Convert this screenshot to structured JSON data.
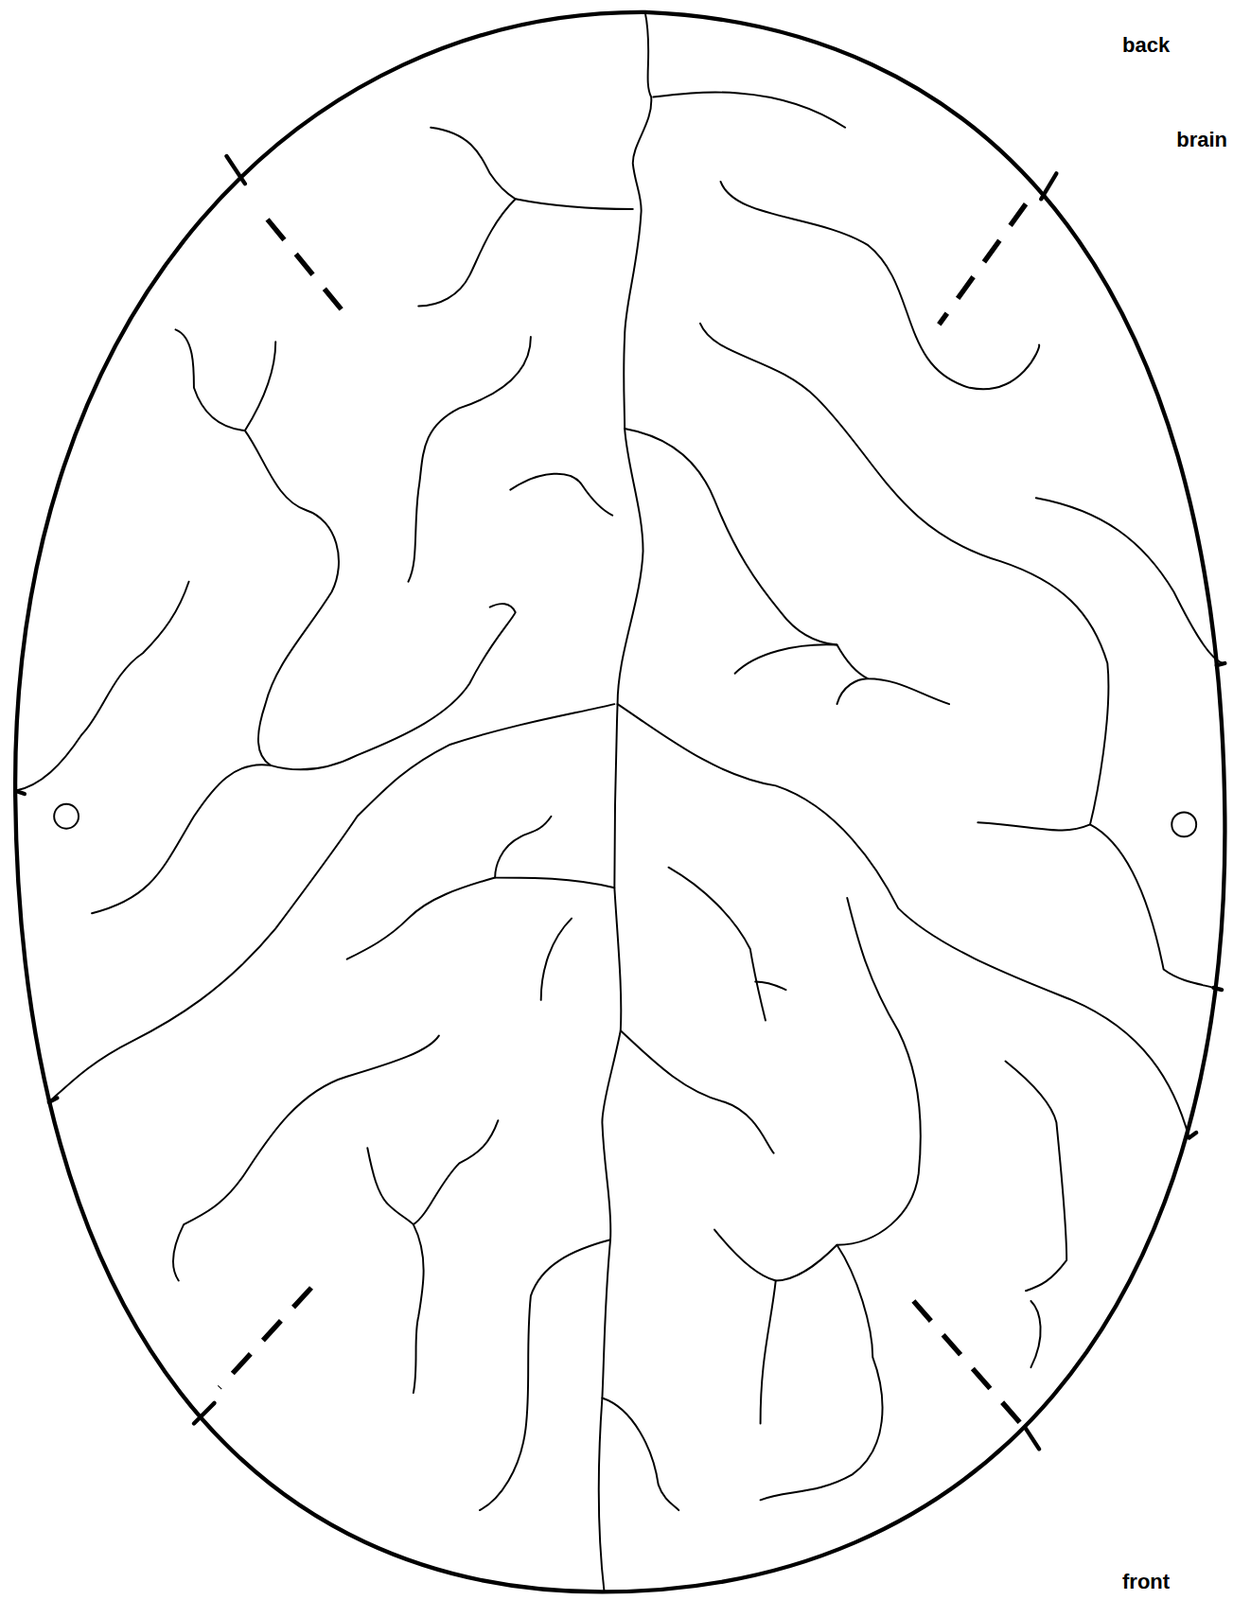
{
  "diagram": {
    "labels": [
      "back",
      "brain",
      "front"
    ]
  }
}
